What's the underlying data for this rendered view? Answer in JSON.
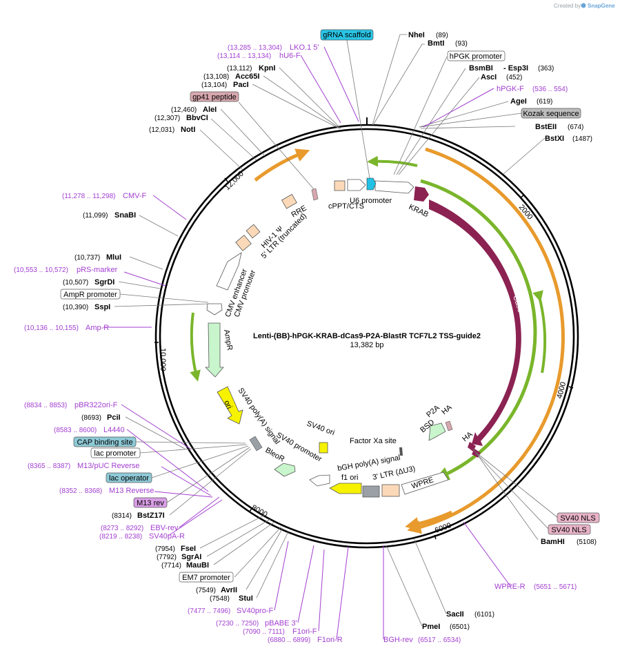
{
  "app": {
    "credit_prefix": "Created by",
    "credit_brand": "SnapGene"
  },
  "plasmid": {
    "name": "Lenti-(BB)-hPGK-KRAB-dCas9-P2A-BlastR TCF7L2 TSS-guide2",
    "length_label": "13,382 bp",
    "length_bp": 13382
  },
  "ticks": [
    "2000",
    "4000",
    "6000",
    "8000",
    "10,000",
    "12,000"
  ],
  "sites": [
    {
      "name": "NheI",
      "pos": "(89)"
    },
    {
      "name": "BmtI",
      "pos": "(93)"
    },
    {
      "name": "BsmBI",
      "pos": ""
    },
    {
      "name": "- Esp3I",
      "pos": "(363)"
    },
    {
      "name": "AscI",
      "pos": "(452)"
    },
    {
      "name": "AgeI",
      "pos": "(619)"
    },
    {
      "name": "BstEII",
      "pos": "(674)"
    },
    {
      "name": "BstXI",
      "pos": "(1487)"
    },
    {
      "name": "BamHI",
      "pos": "(5108)"
    },
    {
      "name": "SacII",
      "pos": "(6101)"
    },
    {
      "name": "PmeI",
      "pos": "(6501)"
    },
    {
      "name": "StuI",
      "pos": "(7548)"
    },
    {
      "name": "AvrII",
      "pos": "(7549)"
    },
    {
      "name": "MauBI",
      "pos": "(7714)"
    },
    {
      "name": "SgrAI",
      "pos": "(7792)"
    },
    {
      "name": "FseI",
      "pos": "(7954)"
    },
    {
      "name": "BstZ17I",
      "pos": "(8314)"
    },
    {
      "name": "PciI",
      "pos": "(8693)"
    },
    {
      "name": "SspI",
      "pos": "(10,390)"
    },
    {
      "name": "SgrDI",
      "pos": "(10,507)"
    },
    {
      "name": "MluI",
      "pos": "(10,737)"
    },
    {
      "name": "SnaBI",
      "pos": "(11,099)"
    },
    {
      "name": "NotI",
      "pos": "(12,031)"
    },
    {
      "name": "BbvCI",
      "pos": "(12,307)"
    },
    {
      "name": "AleI",
      "pos": "(12,460)"
    },
    {
      "name": "PacI",
      "pos": "(13,104)"
    },
    {
      "name": "Acc65I",
      "pos": "(13,108)"
    },
    {
      "name": "KpnI",
      "pos": "(13,112)"
    }
  ],
  "primers": [
    {
      "name": "LKO.1 5'",
      "pos": "(13,285 .. 13,304)"
    },
    {
      "name": "hU6-F",
      "pos": "(13,114 .. 13,134)"
    },
    {
      "name": "hPGK-F",
      "pos": "(536 .. 554)"
    },
    {
      "name": "CMV-F",
      "pos": "(11,278 .. 11,298)"
    },
    {
      "name": "pRS-marker",
      "pos": "(10,553 .. 10,572)"
    },
    {
      "name": "Amp-R",
      "pos": "(10,136 .. 10,155)"
    },
    {
      "name": "pBR322ori-F",
      "pos": "(8834 .. 8853)"
    },
    {
      "name": "L4440",
      "pos": "(8583 .. 8600)"
    },
    {
      "name": "M13/pUC Reverse",
      "pos": "(8365 .. 8387)"
    },
    {
      "name": "M13 Reverse",
      "pos": "(8352 .. 8368)"
    },
    {
      "name": "EBV-rev",
      "pos": "(8273 .. 8292)"
    },
    {
      "name": "SV40pA-R",
      "pos": "(8219 .. 8238)"
    },
    {
      "name": "SV40pro-F",
      "pos": "(7477 .. 7496)"
    },
    {
      "name": "pBABE 3'",
      "pos": "(7230 .. 7250)"
    },
    {
      "name": "F1ori-F",
      "pos": "(7090 .. 7111)"
    },
    {
      "name": "F1ori-R",
      "pos": "(6880 .. 6899)"
    },
    {
      "name": "BGH-rev",
      "pos": "(6517 .. 6534)"
    },
    {
      "name": "WPRE-R",
      "pos": "(5651 .. 5671)"
    }
  ],
  "boxed_labels": [
    {
      "text": "gRNA scaffold",
      "fill": "#29c5e6"
    },
    {
      "text": "hPGK promoter",
      "fill": "#ffffff"
    },
    {
      "text": "Kozak sequence",
      "fill": "#bdbdbd"
    },
    {
      "text": "gp41 peptide",
      "fill": "#d7a7ae"
    },
    {
      "text": "AmpR promoter",
      "fill": "#ffffff"
    },
    {
      "text": "CAP binding site",
      "fill": "#8ec9d6"
    },
    {
      "text": "lac promoter",
      "fill": "#ffffff"
    },
    {
      "text": "lac operator",
      "fill": "#8ec9d6"
    },
    {
      "text": "M13 rev",
      "fill": "#d99ee6"
    },
    {
      "text": "EM7 promoter",
      "fill": "#ffffff"
    },
    {
      "text": "SV40 NLS",
      "fill": "#e8b3c7"
    },
    {
      "text": "SV40 NLS",
      "fill": "#e8b3c7"
    }
  ],
  "features": [
    {
      "text": "U6 promoter"
    },
    {
      "text": "KRAB"
    },
    {
      "text": "cPPT/CTS"
    },
    {
      "text": "RRE"
    },
    {
      "text": "HIV-1 Ψ"
    },
    {
      "text": "5' LTR (truncated)"
    },
    {
      "text": "CMV enhancer"
    },
    {
      "text": "CMV promoter"
    },
    {
      "text": "AmpR"
    },
    {
      "text": "Cas9"
    },
    {
      "text": "SV40 poly(A) signal"
    },
    {
      "text": "SV40 ori"
    },
    {
      "text": "SV40 promoter"
    },
    {
      "text": "BleoR"
    },
    {
      "text": "Factor Xa site"
    },
    {
      "text": "f1 ori"
    },
    {
      "text": "bGH poly(A) signal"
    },
    {
      "text": "3' LTR (ΔU3)"
    },
    {
      "text": "WPRE"
    },
    {
      "text": "BSD"
    },
    {
      "text": "P2A"
    },
    {
      "text": "HA"
    },
    {
      "text": "HA"
    },
    {
      "text": "ori"
    }
  ],
  "colors": {
    "backbone": "#000000",
    "cas9": "#8b2252",
    "orange_feature": "#e89a2c",
    "green_feature": "#7ab52b",
    "primer": "#a23ed0",
    "promoter_fill": "#ffffff",
    "ltr_fill": "#fbd9b8",
    "ampr_fill": "#c8f5cc",
    "yellow": "#f6f200",
    "grey": "#9aa0a6",
    "cyan": "#22c1e3"
  }
}
